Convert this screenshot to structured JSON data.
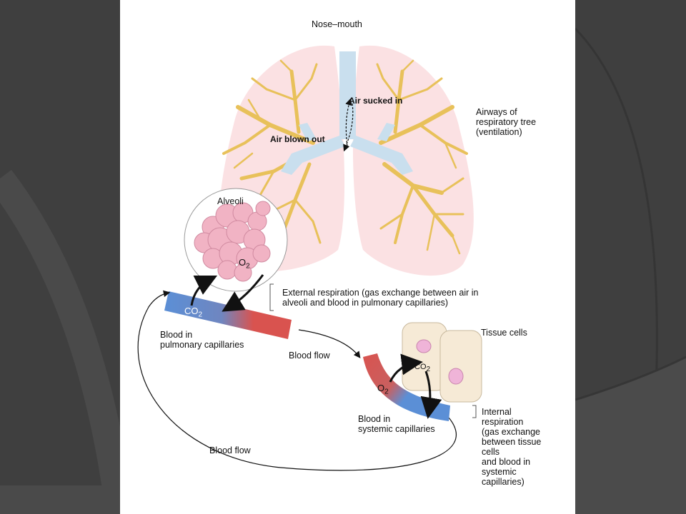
{
  "labels": {
    "nose_mouth": "Nose–mouth",
    "air_sucked_in": "Air sucked in",
    "air_blown_out": "Air blown out",
    "airways": "Airways of\nrespiratory tree\n(ventilation)",
    "alveoli": "Alveoli",
    "o2_alveoli": "O",
    "o2_alveoli_sub": "2",
    "co2_pulmonary": "CO",
    "co2_pulmonary_sub": "2",
    "external_respiration": "External respiration (gas exchange between air in\nalveoli and blood in pulmonary capillaries)",
    "blood_pulmonary": "Blood in\npulmonary capillaries",
    "blood_flow_1": "Blood flow",
    "tissue_cells": "Tissue cells",
    "co2_tissue": "CO",
    "co2_tissue_sub": "2",
    "o2_systemic": "O",
    "o2_systemic_sub": "2",
    "blood_systemic": "Blood in\nsystemic capillaries",
    "internal_respiration": "Internal\nrespiration\n(gas exchange\nbetween tissue\ncells\nand blood in\nsystemic\ncapillaries)",
    "blood_flow_2": "Blood flow"
  },
  "colors": {
    "background_dark": "#3f3f3f",
    "slide": "#ffffff",
    "lung_fill": "#fbe1e3",
    "trachea": "#c9dfee",
    "bronchi_branch": "#e8c15a",
    "alveoli_pink": "#f1b3c4",
    "oxygenated_blood": "#d9534f",
    "deoxygenated_blood": "#5b8fd6",
    "tissue_cell": "#f6ead6",
    "nucleus": "#efb4d8"
  }
}
